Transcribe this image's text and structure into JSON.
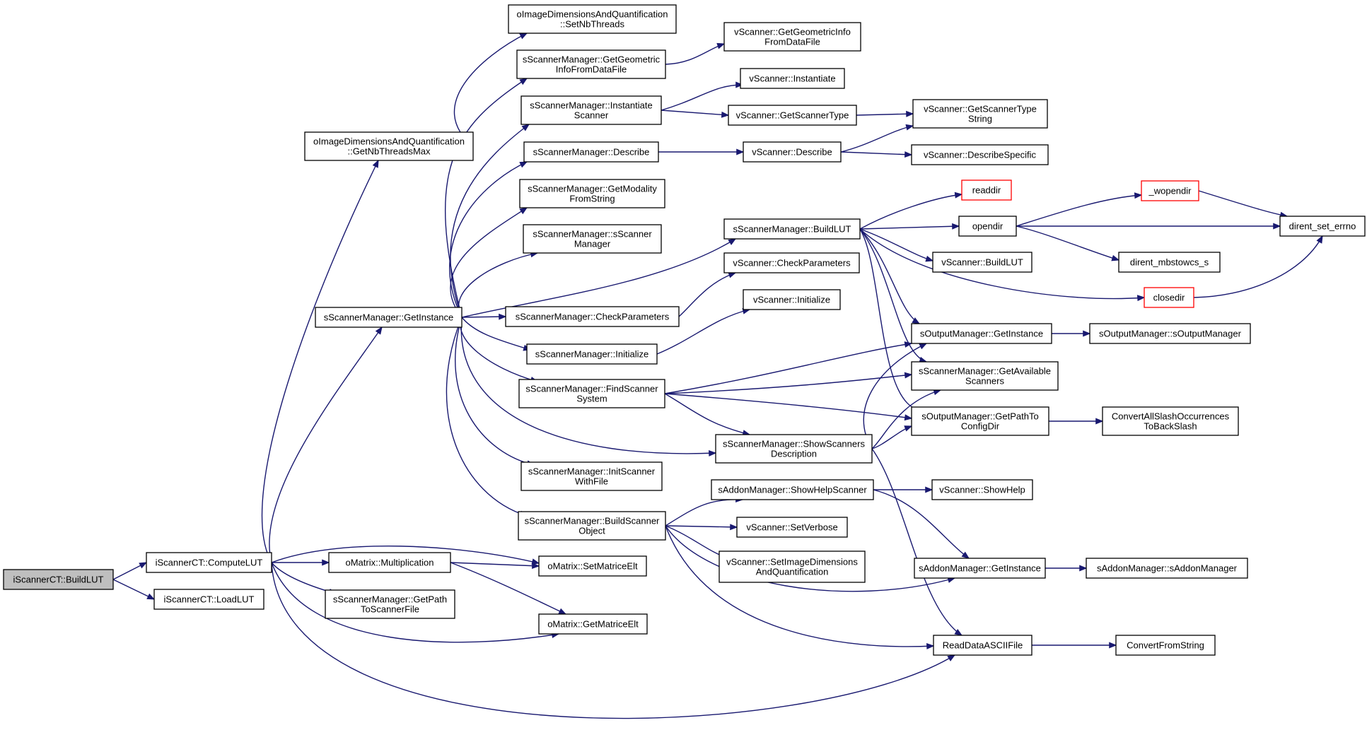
{
  "colors": {
    "edge": "#191970",
    "truncated_border": "#ff0000",
    "root_fill": "#bfbfbf"
  },
  "nodes": {
    "buildlut_ct": [
      "iScannerCT::BuildLUT"
    ],
    "computelut": [
      "iScannerCT::ComputeLUT"
    ],
    "loadlut": [
      "iScannerCT::LoadLUT"
    ],
    "getnbthreadsmax": [
      "oImageDimensionsAndQuantification",
      "::GetNbThreadsMax"
    ],
    "setnbthreads": [
      "oImageDimensionsAndQuantification",
      "::SetNbThreads"
    ],
    "sm_getinstance": [
      "sScannerManager::GetInstance"
    ],
    "sm_getgeom": [
      "sScannerManager::GetGeometric",
      "InfoFromDataFile"
    ],
    "sm_instantiate": [
      "sScannerManager::Instantiate",
      "Scanner"
    ],
    "sm_describe": [
      "sScannerManager::Describe"
    ],
    "sm_getmodality": [
      "sScannerManager::GetModality",
      "FromString"
    ],
    "sm_ctor": [
      "sScannerManager::sScanner",
      "Manager"
    ],
    "sm_checkparams": [
      "sScannerManager::CheckParameters"
    ],
    "sm_initialize": [
      "sScannerManager::Initialize"
    ],
    "sm_findscanner": [
      "sScannerManager::FindScanner",
      "System"
    ],
    "sm_initscanner": [
      "sScannerManager::InitScanner",
      "WithFile"
    ],
    "sm_buildscanner": [
      "sScannerManager::BuildScanner",
      "Object"
    ],
    "sm_buildlut": [
      "sScannerManager::BuildLUT"
    ],
    "sm_showdesc": [
      "sScannerManager::ShowScanners",
      "Description"
    ],
    "sm_getavail": [
      "sScannerManager::GetAvailable",
      "Scanners"
    ],
    "sm_getpath": [
      "sScannerManager::GetPath",
      "ToScannerFile"
    ],
    "om_mult": [
      "oMatrix::Multiplication"
    ],
    "om_set": [
      "oMatrix::SetMatriceElt"
    ],
    "om_get": [
      "oMatrix::GetMatriceElt"
    ],
    "vs_getgeom": [
      "vScanner::GetGeometricInfo",
      "FromDataFile"
    ],
    "vs_instantiate": [
      "vScanner::Instantiate"
    ],
    "vs_gettype": [
      "vScanner::GetScannerType"
    ],
    "vs_gettypestr": [
      "vScanner::GetScannerType",
      "String"
    ],
    "vs_describe": [
      "vScanner::Describe"
    ],
    "vs_descspecific": [
      "vScanner::DescribeSpecific"
    ],
    "vs_checkparams": [
      "vScanner::CheckParameters"
    ],
    "vs_initialize": [
      "vScanner::Initialize"
    ],
    "vs_buildlut": [
      "vScanner::BuildLUT"
    ],
    "vs_showhelp": [
      "vScanner::ShowHelp"
    ],
    "vs_setverbose": [
      "vScanner::SetVerbose"
    ],
    "vs_setimgdims": [
      "vScanner::SetImageDimensions",
      "AndQuantification"
    ],
    "readdir": [
      "readdir"
    ],
    "opendir": [
      "opendir"
    ],
    "wopendir": [
      "_wopendir"
    ],
    "closedir": [
      "closedir"
    ],
    "dirent_errno": [
      "dirent_set_errno"
    ],
    "dirent_mbs": [
      "dirent_mbstowcs_s"
    ],
    "om_getinstance": [
      "sOutputManager::GetInstance"
    ],
    "om_ctor": [
      "sOutputManager::sOutputManager"
    ],
    "om_getpath": [
      "sOutputManager::GetPathTo",
      "ConfigDir"
    ],
    "convslash": [
      "ConvertAllSlashOccurrences",
      "ToBackSlash"
    ],
    "am_showhelp": [
      "sAddonManager::ShowHelpScanner"
    ],
    "am_getinstance": [
      "sAddonManager::GetInstance"
    ],
    "am_ctor": [
      "sAddonManager::sAddonManager"
    ],
    "readascii": [
      "ReadDataASCIIFile"
    ],
    "convfromstr": [
      "ConvertFromString"
    ]
  }
}
